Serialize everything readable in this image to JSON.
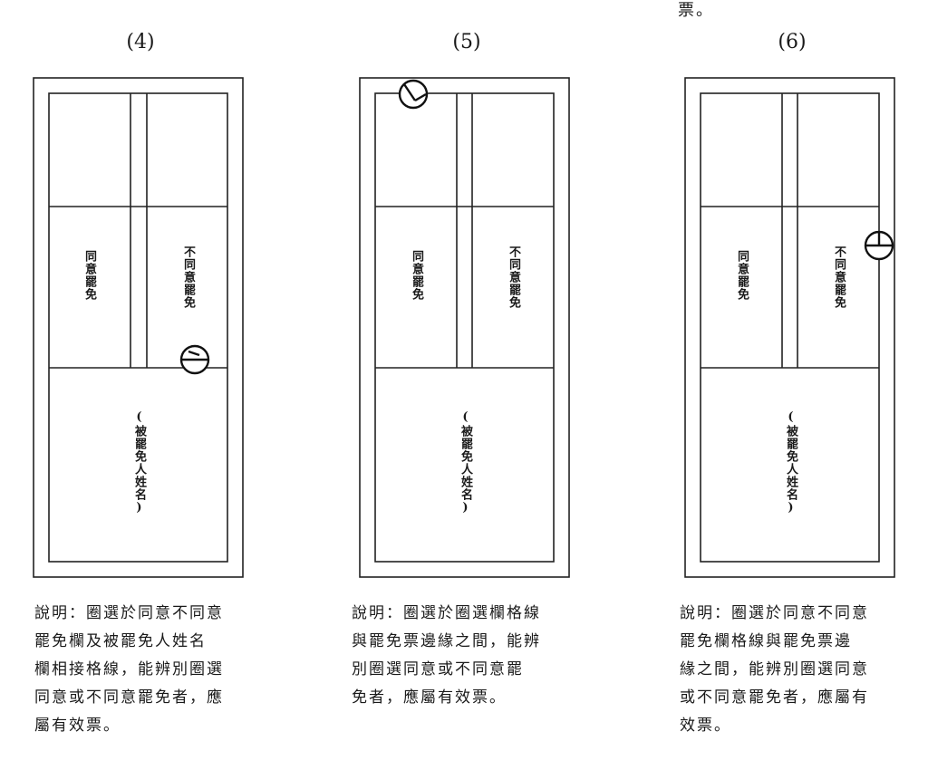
{
  "top_fragment": "票。",
  "panels": [
    {
      "label": "(4)",
      "agree": "同意罷免",
      "disagree": "不同意罷免",
      "name": "(被罷免人姓名)",
      "note": "說明：圈選於同意不同意\n罷免欄及被罷免人姓名\n欄相接格線，能辨別圈選\n同意或不同意罷免者，應\n屬有效票。"
    },
    {
      "label": "(5)",
      "agree": "同意罷免",
      "disagree": "不同意罷免",
      "name": "(被罷免人姓名)",
      "note": "說明：圈選於圈選欄格線\n與罷免票邊緣之間，能辨\n別圈選同意或不同意罷\n免者，應屬有效票。"
    },
    {
      "label": "(6)",
      "agree": "同意罷免",
      "disagree": "不同意罷免",
      "name": "(被罷免人姓名)",
      "note": "說明：圈選於同意不同意\n罷免欄格線與罷免票邊\n緣之間，能辨別圈選同意\n或不同意罷免者，應屬有\n效票。"
    }
  ]
}
